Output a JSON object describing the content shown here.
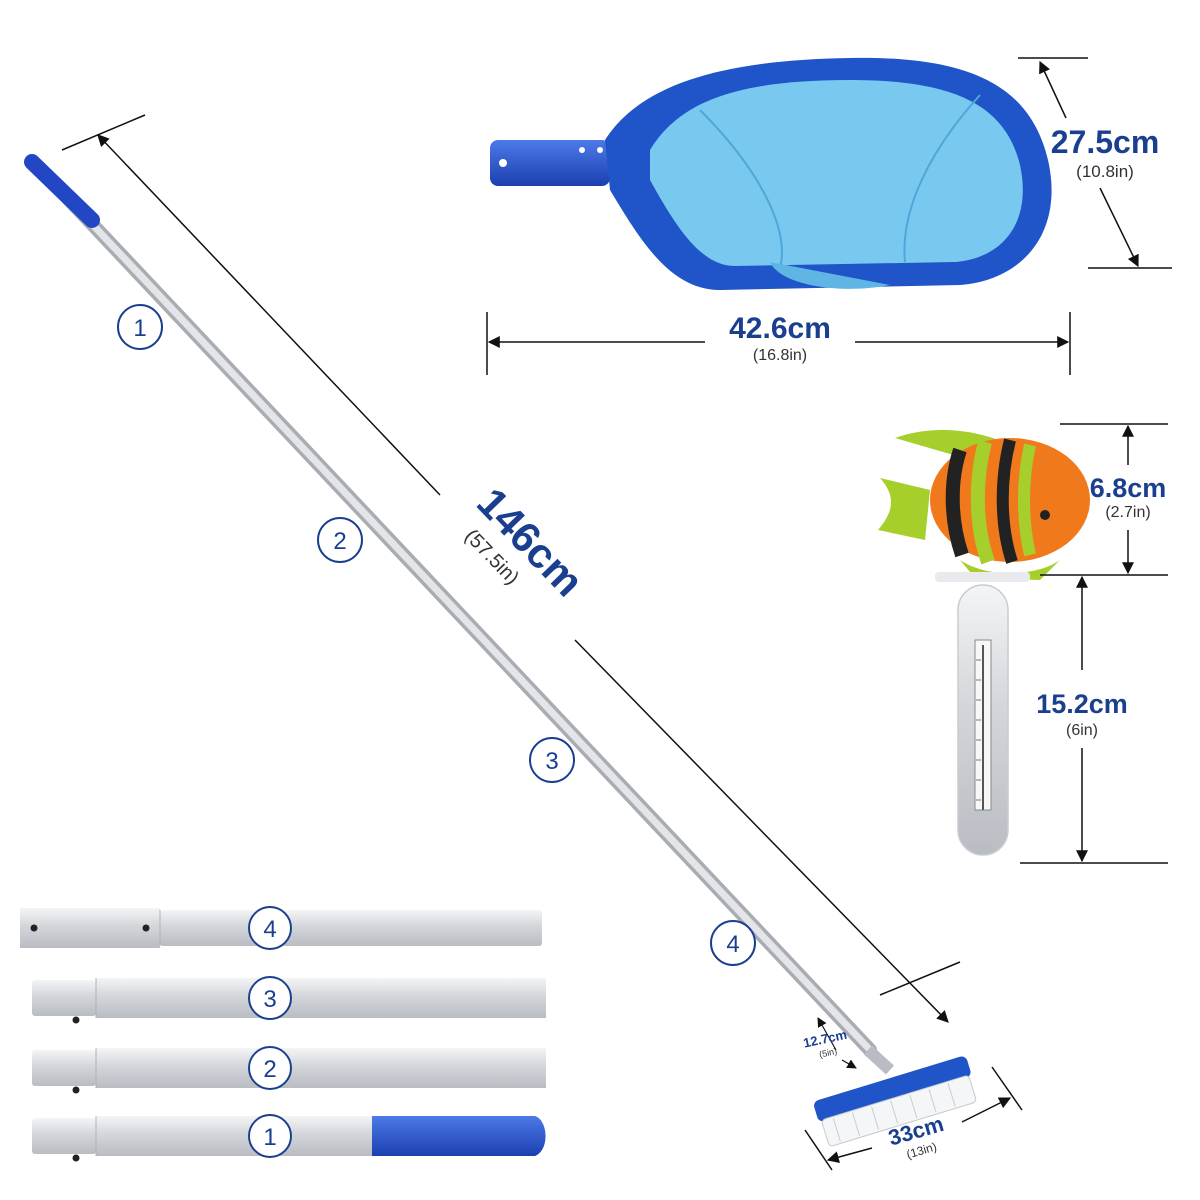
{
  "colors": {
    "accent": "#1b3f8f",
    "pole": "#d8dadd",
    "net_frame": "#1f55c8",
    "mesh": "#74c6ee",
    "fish_orange": "#f0791c",
    "fish_green": "#a6cf2c"
  },
  "pole": {
    "length": "146cm",
    "length_in": "(57.5in)",
    "segment_numbers": [
      "1",
      "2",
      "3",
      "4"
    ]
  },
  "net": {
    "height": "27.5cm",
    "height_in": "(10.8in)",
    "width": "42.6cm",
    "width_in": "(16.8in)"
  },
  "thermometer": {
    "fish_height": "6.8cm",
    "fish_height_in": "(2.7in)",
    "tube_height": "15.2cm",
    "tube_height_in": "(6in)"
  },
  "brush": {
    "height": "12.7cm",
    "height_in": "(5in)",
    "width": "33cm",
    "width_in": "(13in)"
  },
  "segments": [
    "4",
    "3",
    "2",
    "1"
  ]
}
